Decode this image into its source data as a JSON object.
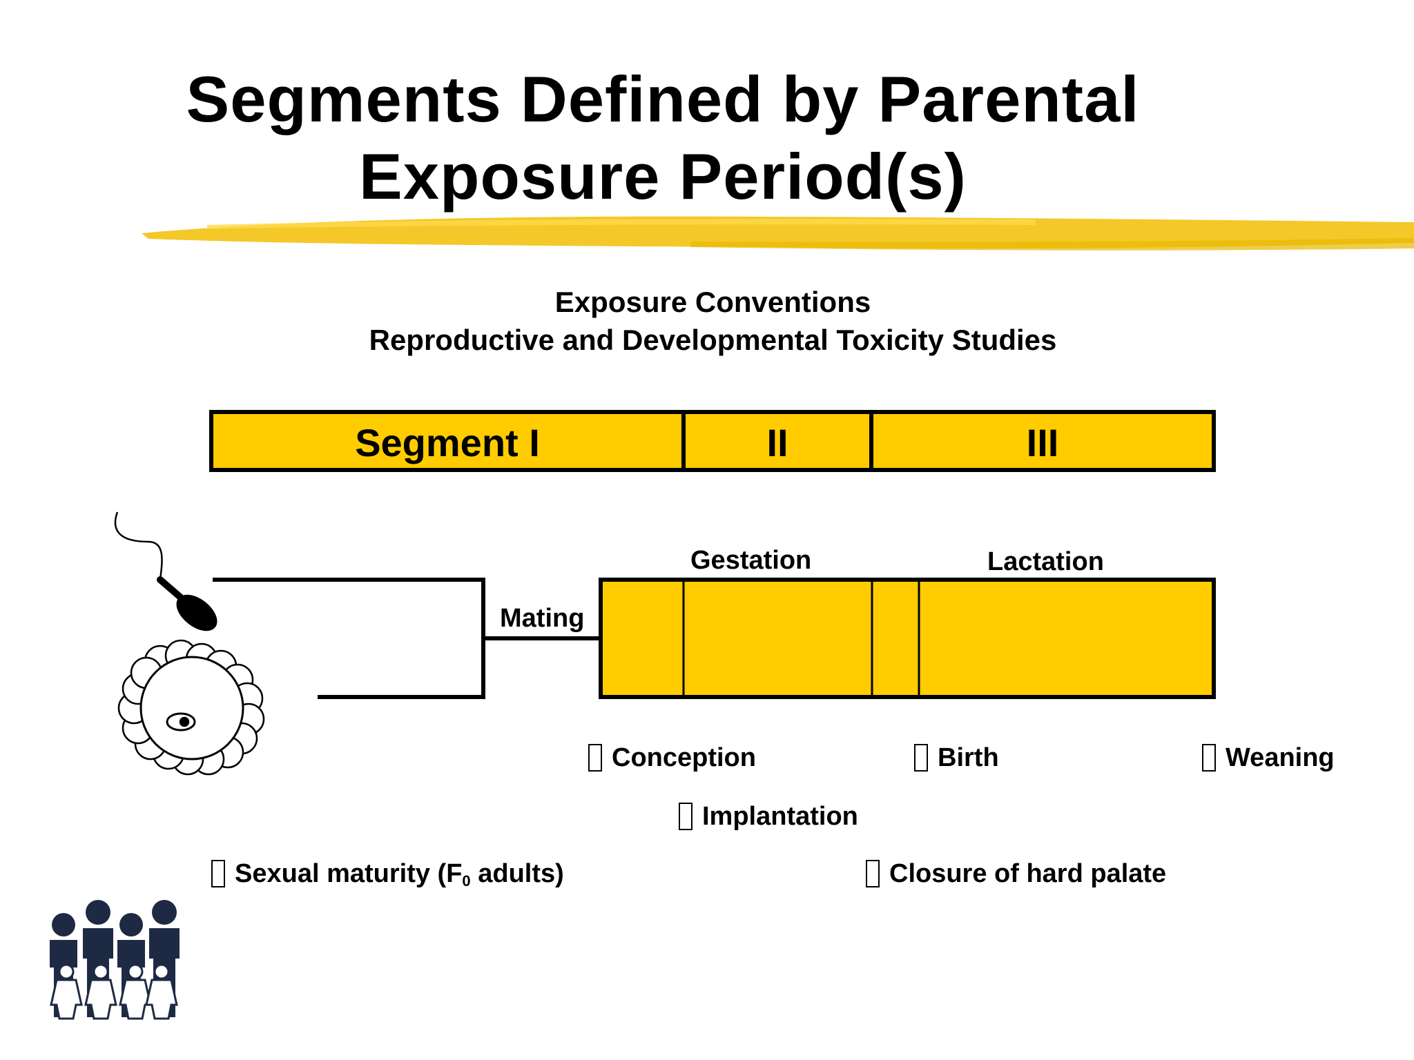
{
  "slide": {
    "title_line1": "Segments Defined by Parental",
    "title_line2": "Exposure Period(s)",
    "subtitle_line1": "Exposure Conventions",
    "subtitle_line2": "Reproductive and Developmental Toxicity Studies"
  },
  "segments": {
    "segment_1": "Segment I",
    "segment_2": "II",
    "segment_3": "III"
  },
  "timeline": {
    "mating": "Mating",
    "gestation": "Gestation",
    "lactation": "Lactation"
  },
  "events": {
    "conception": "Conception",
    "birth": "Birth",
    "weaning": "Weaning",
    "implantation": "Implantation",
    "sexual_maturity_prefix": "Sexual maturity (F",
    "sexual_maturity_sub": "0",
    "sexual_maturity_suffix": " adults)",
    "hard_palate": "Closure of hard palate"
  },
  "colors": {
    "accent_yellow": "#FFCC00",
    "brush_yellow": "#F2C316",
    "logo_navy": "#1E2A44"
  },
  "icons": [
    "sperm-icon",
    "egg-cell-icon",
    "family-logo-icon"
  ]
}
